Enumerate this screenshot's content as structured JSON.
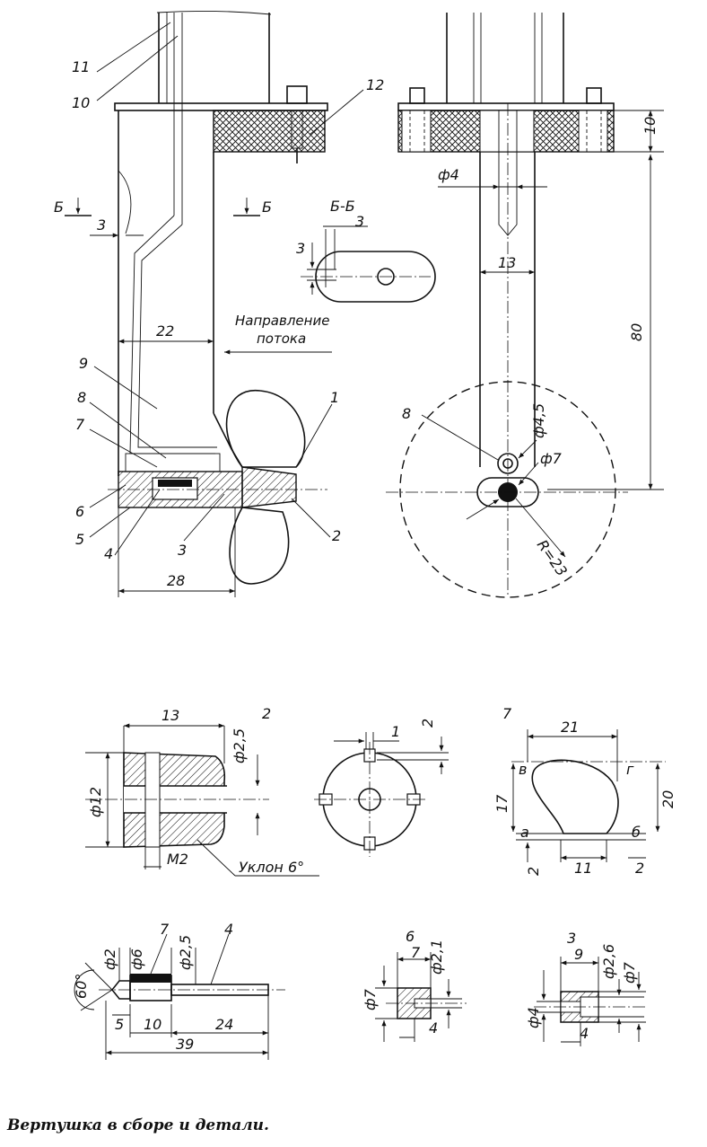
{
  "caption": "Вертушка в сборе и детали.",
  "top_left": {
    "part_labels": [
      "11",
      "10",
      "12",
      "9",
      "8",
      "7",
      "6",
      "5",
      "4",
      "3",
      "2",
      "1"
    ],
    "section_mark": "Б",
    "dimensions": [
      "3",
      "22",
      "28"
    ],
    "flow_text_line1": "Направление",
    "flow_text_line2": "потока"
  },
  "section_bb": {
    "title": "Б-Б",
    "dimensions": [
      "3",
      "3"
    ]
  },
  "top_right": {
    "dimensions": [
      "10",
      "ф4",
      "13",
      "80",
      "ф4,5",
      "ф7",
      "R=23"
    ],
    "part_labels": [
      "8"
    ]
  },
  "detail_2": {
    "label": "2",
    "dimensions": [
      "13",
      "ф2,5",
      "ф12",
      "М2",
      "Уклон 6°"
    ]
  },
  "detail_2_end_view": {
    "dimensions": [
      "1",
      "2"
    ]
  },
  "detail_7": {
    "label": "7",
    "dimensions": [
      "21",
      "17",
      "20",
      "2",
      "11",
      "2"
    ],
    "point_labels": [
      "в",
      "г",
      "а",
      "б"
    ]
  },
  "detail_4": {
    "labels": [
      "7",
      "4"
    ],
    "dimensions": [
      "60°",
      "ф2",
      "ф6",
      "ф2,5",
      "5",
      "10",
      "24",
      "39"
    ]
  },
  "detail_6": {
    "label": "6",
    "dimensions": [
      "ф7",
      "7",
      "ф2,1",
      "4"
    ]
  },
  "detail_3": {
    "label": "3",
    "dimensions": [
      "ф4",
      "9",
      "ф2,6",
      "ф7",
      "4"
    ]
  }
}
